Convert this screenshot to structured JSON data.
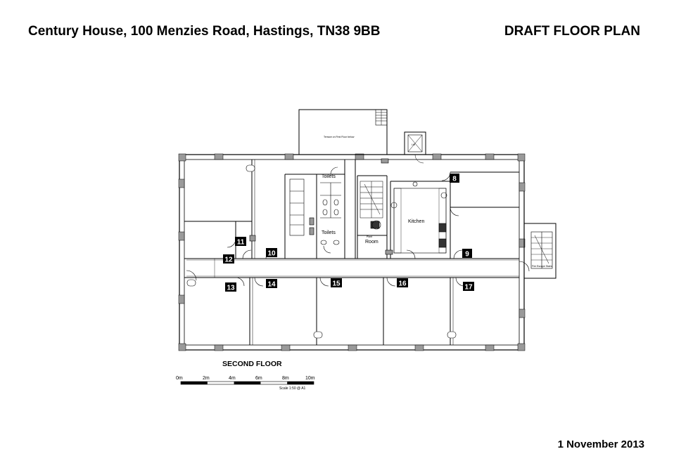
{
  "header": {
    "address": "Century House, 100 Menzies Road, Hastings, TN38 9BB",
    "title": "DRAFT FLOOR PLAN"
  },
  "footer": {
    "date": "1 November 2013"
  },
  "plan": {
    "floor_label": "SECOND FLOOR",
    "rooms": {
      "toilets_top": "Toilets",
      "toilets_bottom": "Toilets",
      "kitchen": "Kitchen",
      "room": "Room",
      "room_prefix": "Plant",
      "annex": "Terrace on First Floor below",
      "lift": "Lift",
      "fire_escape": "Fire Escape Stairs"
    },
    "unit_numbers": [
      "8",
      "9",
      "10",
      "11",
      "12",
      "13",
      "14",
      "15",
      "16",
      "17"
    ],
    "scale": {
      "ticks": [
        "0m",
        "2m",
        "4m",
        "6m",
        "8m",
        "10m"
      ],
      "note": "Scale 1:50 @ A1"
    }
  }
}
